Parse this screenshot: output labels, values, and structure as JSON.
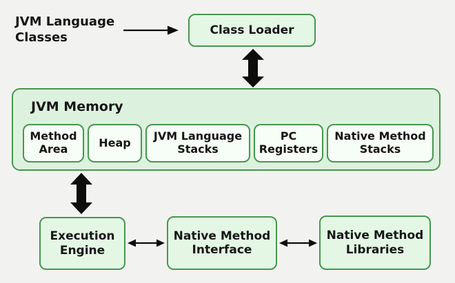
{
  "diagram": {
    "source_label": "JVM Language\nClasses",
    "class_loader_label": "Class Loader",
    "memory": {
      "title": "JVM Memory",
      "components": [
        "Method\nArea",
        "Heap",
        "JVM Language\nStacks",
        "PC\nRegisters",
        "Native Method\nStacks"
      ]
    },
    "bottom_row": [
      "Execution\nEngine",
      "Native Method\nInterface",
      "Native Method\nLibraries"
    ]
  },
  "colors": {
    "background": "#f2f3f0",
    "box_fill": "#e3f7e4",
    "container_fill": "#ddf2de",
    "inner_box_fill": "#f7fdf7",
    "border_green": "#47964f",
    "text": "#161616",
    "arrow_black": "#0d0d0d"
  }
}
